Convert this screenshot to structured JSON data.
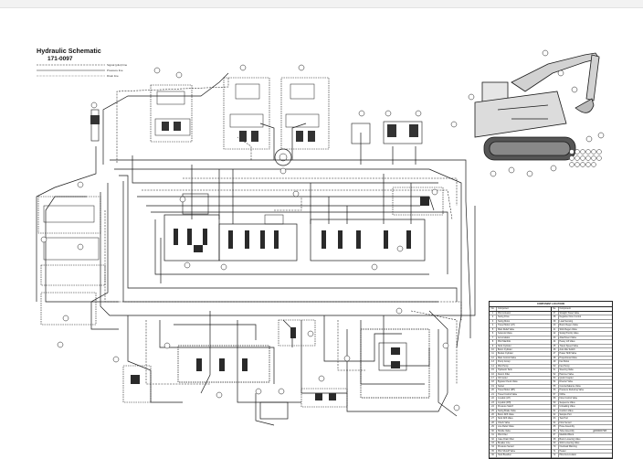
{
  "title": "Hydraulic Schematic",
  "doc_number": "171-0097",
  "line_legend": [
    {
      "label": "Signal (pilot) line",
      "style": "dash"
    },
    {
      "label": "Pressure line",
      "style": "solid"
    },
    {
      "label": "Drain line",
      "style": "dot"
    }
  ],
  "legend_table": {
    "title": "COMPONENT LOCATIONS",
    "col_headers": [
      "No.",
      "Component"
    ],
    "left_rows": [
      {
        "n": "1",
        "d": "Pilot Actuator"
      },
      {
        "n": "2",
        "d": "Swing Drive"
      },
      {
        "n": "3",
        "d": "Swing Motor"
      },
      {
        "n": "4",
        "d": "Travel Motor (LH)"
      },
      {
        "n": "5",
        "d": "Main Relief Valve"
      },
      {
        "n": "6",
        "d": "Solenoid Valve"
      },
      {
        "n": "7",
        "d": "Accumulator"
      },
      {
        "n": "8",
        "d": "Pilot Manifold"
      },
      {
        "n": "9",
        "d": "Stick Cylinder"
      },
      {
        "n": "10",
        "d": "Boom Cylinder"
      },
      {
        "n": "11",
        "d": "Bucket Cylinder"
      },
      {
        "n": "12",
        "d": "Main Control Valve"
      },
      {
        "n": "13",
        "d": "Pump Group"
      },
      {
        "n": "14",
        "d": "Pilot Pump"
      },
      {
        "n": "15",
        "d": "Hydraulic Tank"
      },
      {
        "n": "16",
        "d": "Return Filter"
      },
      {
        "n": "17",
        "d": "Oil Cooler"
      },
      {
        "n": "18",
        "d": "Bypass Check Valve"
      },
      {
        "n": "19",
        "d": "Swivel"
      },
      {
        "n": "20",
        "d": "Travel Motor (RH)"
      },
      {
        "n": "21",
        "d": "Travel Control Valve"
      },
      {
        "n": "22",
        "d": "Joystick (LH)"
      },
      {
        "n": "23",
        "d": "Joystick (RH)"
      },
      {
        "n": "24",
        "d": "Pressure Switch"
      },
      {
        "n": "25",
        "d": "Swing Brake Valve"
      },
      {
        "n": "26",
        "d": "Boom Drift Valve"
      },
      {
        "n": "27",
        "d": "Stick Drift Valve"
      },
      {
        "n": "28",
        "d": "Check Valve"
      },
      {
        "n": "29",
        "d": "Line Relief Valve"
      },
      {
        "n": "30",
        "d": "Shuttle Valve"
      },
      {
        "n": "31",
        "d": "Pilot Filter"
      },
      {
        "n": "32",
        "d": "Case Drain Filter"
      },
      {
        "n": "33",
        "d": "Breaker Line"
      },
      {
        "n": "34",
        "d": "Pressure Sensor"
      },
      {
        "n": "35",
        "d": "Pilot Shutoff Valve"
      },
      {
        "n": "36",
        "d": "Tank Breather"
      }
    ],
    "right_rows": [
      {
        "n": "37",
        "d": "Straight Travel Valve"
      },
      {
        "n": "38",
        "d": "Negative Flow Control"
      },
      {
        "n": "39",
        "d": "Load Sensing"
      },
      {
        "n": "40",
        "d": "Boom Regen Valve"
      },
      {
        "n": "41",
        "d": "Stick Regen Valve"
      },
      {
        "n": "42",
        "d": "Swing Priority Valve"
      },
      {
        "n": "43",
        "d": "Attachment Valve"
      },
      {
        "n": "44",
        "d": "Heavy Lift Valve"
      },
      {
        "n": "45",
        "d": "Travel Speed Valve"
      },
      {
        "n": "46",
        "d": "Auto Idle Switch"
      },
      {
        "n": "47",
        "d": "Power Shift Valve"
      },
      {
        "n": "48",
        "d": "Proportional Valve"
      },
      {
        "n": "49",
        "d": "Fan Motor"
      },
      {
        "n": "50",
        "d": "Fan Pump"
      },
      {
        "n": "51",
        "d": "Steering Valve"
      },
      {
        "n": "52",
        "d": "Hammer Valve"
      },
      {
        "n": "53",
        "d": "Quick Coupler"
      },
      {
        "n": "54",
        "d": "Diverter Valve"
      },
      {
        "n": "55",
        "d": "Counterbalance Valve"
      },
      {
        "n": "56",
        "d": "Pressure Reducing Valve"
      },
      {
        "n": "57",
        "d": "Orifice"
      },
      {
        "n": "58",
        "d": "Flow Control Valve"
      },
      {
        "n": "59",
        "d": "Sequence Valve"
      },
      {
        "n": "60",
        "d": "Unloading Valve"
      },
      {
        "n": "61",
        "d": "Cushion Valve"
      },
      {
        "n": "62",
        "d": "Sample Port"
      },
      {
        "n": "63",
        "d": "Test Port"
      },
      {
        "n": "64",
        "d": "Flow Sensor"
      },
      {
        "n": "65",
        "d": "Hose Assembly"
      },
      {
        "n": "66",
        "d": "Tube Assembly"
      },
      {
        "n": "67",
        "d": "Manifold Block"
      },
      {
        "n": "68",
        "d": "Boom Lowering Valve"
      },
      {
        "n": "69",
        "d": "Stick Lowering Valve"
      },
      {
        "n": "70",
        "d": "Overload Warning"
      },
      {
        "n": "71",
        "d": "Heater"
      },
      {
        "n": "72",
        "d": "Pilot Accumulator"
      }
    ]
  },
  "footer_code": "g00000738",
  "colors": {
    "line": "#1a1a1a",
    "component": "#222222",
    "highlight": "#d9d9d9",
    "background": "#ffffff"
  }
}
